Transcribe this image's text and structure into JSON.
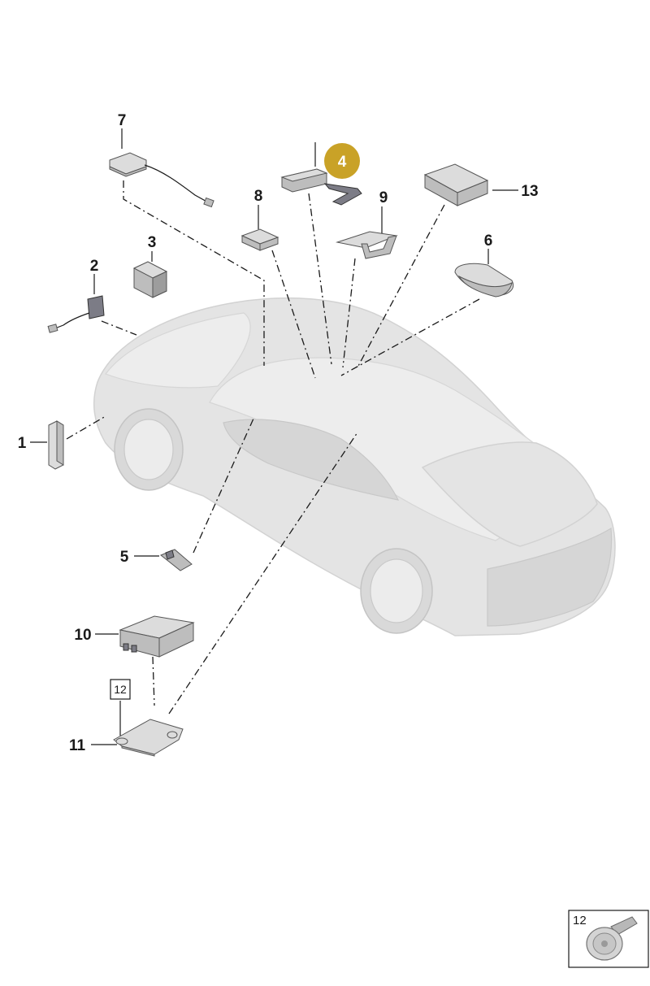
{
  "diagram": {
    "callouts": {
      "c1": "1",
      "c2": "2",
      "c3": "3",
      "c4": "4",
      "c5": "5",
      "c6": "6",
      "c7": "7",
      "c8": "8",
      "c9": "9",
      "c10": "10",
      "c11": "11",
      "c12": "12",
      "c13": "13"
    },
    "inset": {
      "label": "12"
    },
    "colors": {
      "highlight_badge": "#c9a227",
      "badge_text": "#ffffff",
      "line": "#1a1a1a",
      "car_body": "#e4e4e4"
    }
  }
}
